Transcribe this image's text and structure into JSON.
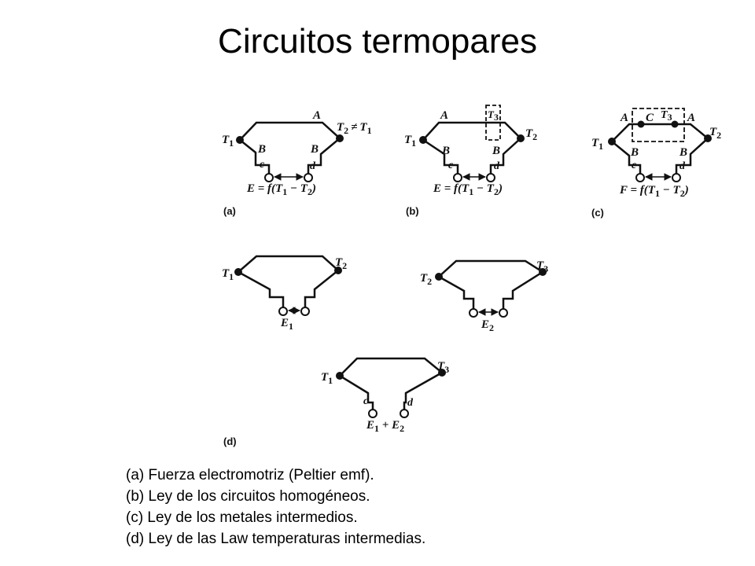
{
  "title": "Circuitos termopares",
  "diagram": {
    "a": {
      "panel": "(a)",
      "wire_top": "A",
      "t1": "T",
      "t1_sub": "1",
      "t2": "T",
      "t2_sub": "2",
      "neq": "≠",
      "t2b": "T",
      "t2b_sub": "1",
      "left_leg": "B",
      "right_leg": "B",
      "lead_c": "c",
      "lead_d": "d",
      "emf_pre": "E = f(T",
      "emf_s1": "1",
      "emf_mid": " − T",
      "emf_s2": "2",
      "emf_post": ")"
    },
    "b": {
      "panel": "(b)",
      "wire_top": "A",
      "t1": "T",
      "t1_sub": "1",
      "t2": "T",
      "t2_sub": "2",
      "t3": "T",
      "t3_sub": "3",
      "left_leg": "B",
      "right_leg": "B",
      "lead_c": "c",
      "lead_d": "d",
      "emf_pre": "E = f(T",
      "emf_s1": "1",
      "emf_mid": " − T",
      "emf_s2": "2",
      "emf_post": ")"
    },
    "c": {
      "panel": "(c)",
      "wire_left": "A",
      "wire_mid": "C",
      "wire_right": "A",
      "t1": "T",
      "t1_sub": "1",
      "t2": "T",
      "t2_sub": "2",
      "t3": "T",
      "t3_sub": "3",
      "left_leg": "B",
      "right_leg": "B",
      "lead_c": "c",
      "lead_d": "d",
      "emf_pre": "F = f(T",
      "emf_s1": "1",
      "emf_mid": " − T",
      "emf_s2": "2",
      "emf_post": ")"
    },
    "d1": {
      "t1": "T",
      "t1_sub": "1",
      "t2": "T",
      "t2_sub": "2",
      "emf": "E",
      "emf_sub": "1"
    },
    "d2": {
      "t1": "T",
      "t1_sub": "2",
      "t2": "T",
      "t2_sub": "3",
      "emf": "E",
      "emf_sub": "2"
    },
    "d3": {
      "panel": "(d)",
      "t1": "T",
      "t1_sub": "1",
      "t2": "T",
      "t2_sub": "3",
      "lead_c": "c",
      "lead_d": "d",
      "emf_a": "E",
      "emf_a_sub": "1",
      "plus": " + ",
      "emf_b": "E",
      "emf_b_sub": "2"
    }
  },
  "captions": [
    "(a) Fuerza electromotriz (Peltier emf).",
    "(b) Ley de los circuitos homogéneos.",
    "(c) Ley de los metales intermedios.",
    "(d) Ley de las Law temperaturas intermedias."
  ]
}
